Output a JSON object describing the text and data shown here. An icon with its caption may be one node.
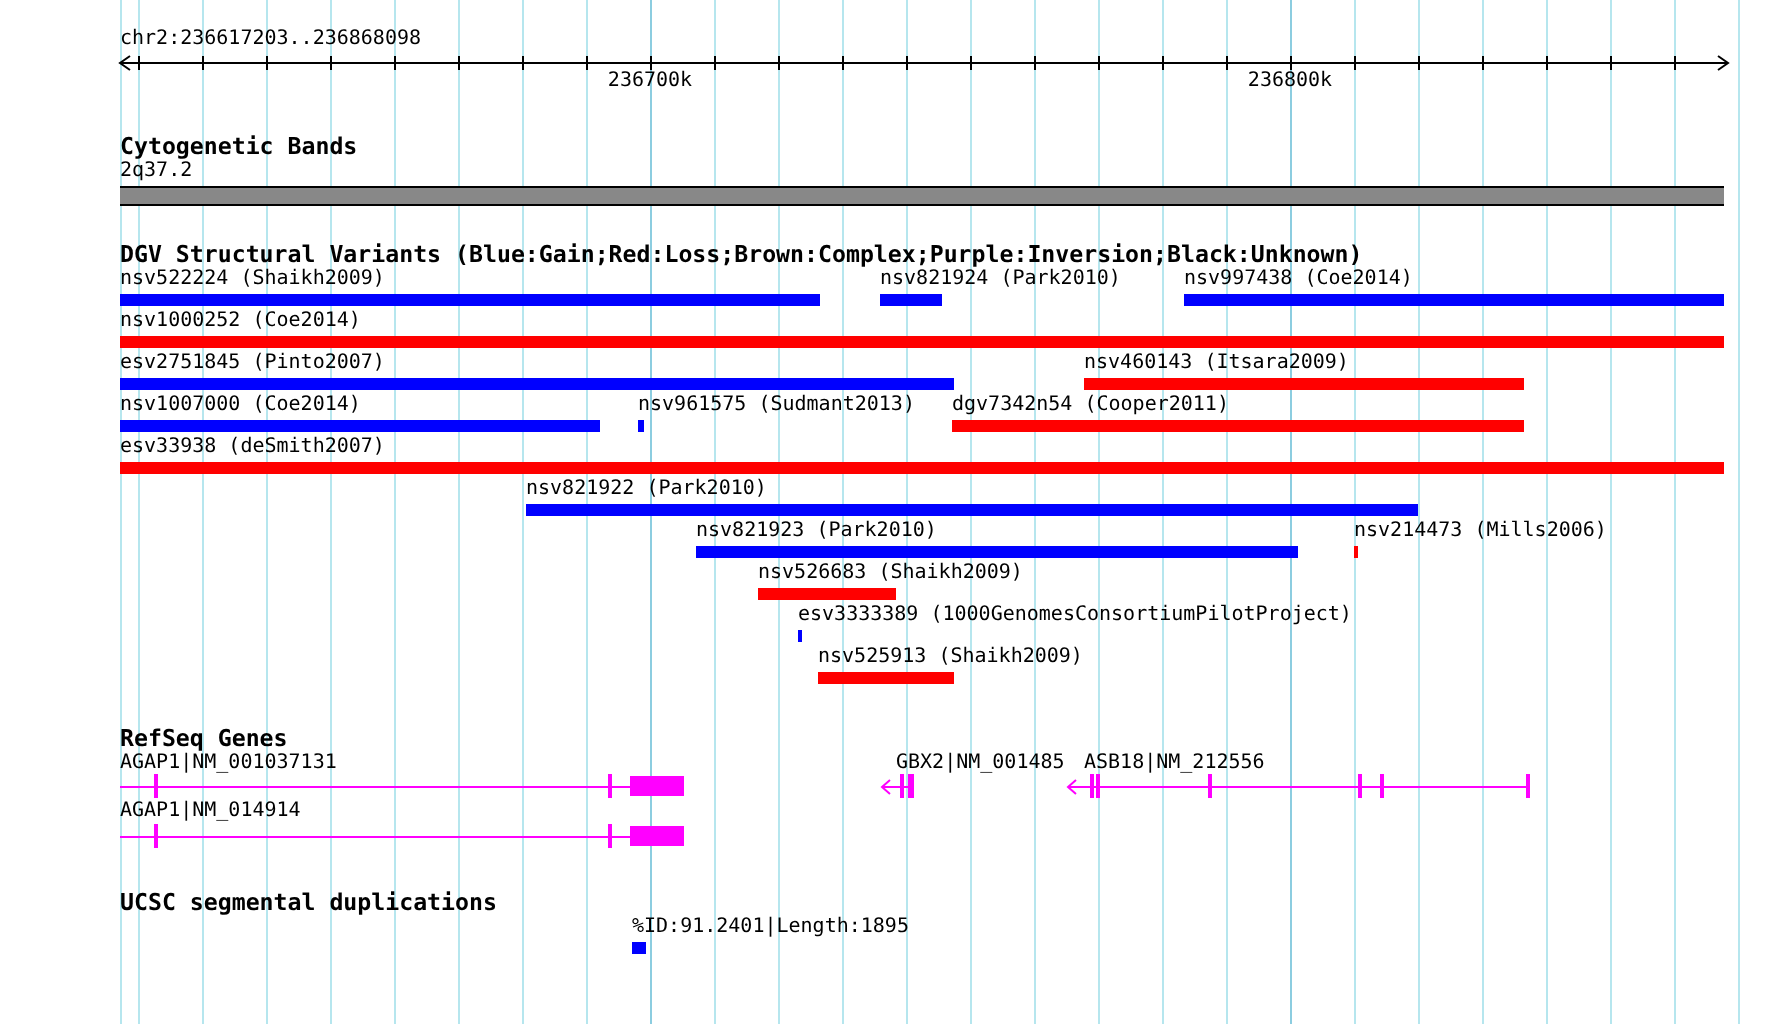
{
  "diagram": {
    "nodes": [
      {
        "text": [
          "2q37.2"
        ]
      },
      {
        "text": [
          "nsv522224 (Shaikh2009)"
        ]
      },
      {
        "text": [
          "nsv821924 (Park2010)"
        ]
      },
      {
        "text": [
          "nsv997438 (Coe2014)"
        ]
      },
      {
        "text": [
          "nsv1000252 (Coe2014)"
        ]
      },
      {
        "text": [
          "esv2751845 (Pinto2007)"
        ]
      },
      {
        "text": [
          "nsv460143 (Itsara2009)"
        ]
      },
      {
        "text": [
          "nsv1007000 (Coe2014)"
        ]
      },
      {
        "text": [
          "nsv961575 (Sudmant2013)"
        ]
      },
      {
        "text": [
          "dgv7342n54 (Cooper2011)"
        ]
      },
      {
        "text": [
          "esv33938 (deSmith2007)"
        ]
      },
      {
        "text": [
          "nsv821922 (Park2010)"
        ]
      },
      {
        "text": [
          "nsv821923 (Park2010)"
        ]
      },
      {
        "text": [
          "nsv214473 (Mills2006)"
        ]
      },
      {
        "text": [
          "nsv526683 (Shaikh2009)"
        ]
      },
      {
        "text": [
          "esv3333389 (1000GenomesConsortiumPilotProject)"
        ]
      },
      {
        "text": [
          "nsv525913 (Shaikh2009)"
        ]
      },
      {
        "text": [
          "AGAP1|NM_001037131"
        ]
      },
      {
        "text": [
          "GBX2|NM_001485"
        ]
      },
      {
        "text": [
          "ASB18|NM_212556"
        ]
      },
      {
        "text": [
          "AGAP1|NM_014914"
        ]
      },
      {
        "text": [
          "%ID:91.2401|Length:1895"
        ]
      }
    ],
    "labels": [
      "chr2:236617203..236868098",
      "236700k",
      "236800k",
      "Cytogenetic Bands",
      "DGV Structural Variants (Blue:Gain;Red:Loss;Brown:Complex;Purple:Inversion;Black:Unknown)",
      "RefSeq Genes",
      "UCSC segmental duplications"
    ]
  }
}
